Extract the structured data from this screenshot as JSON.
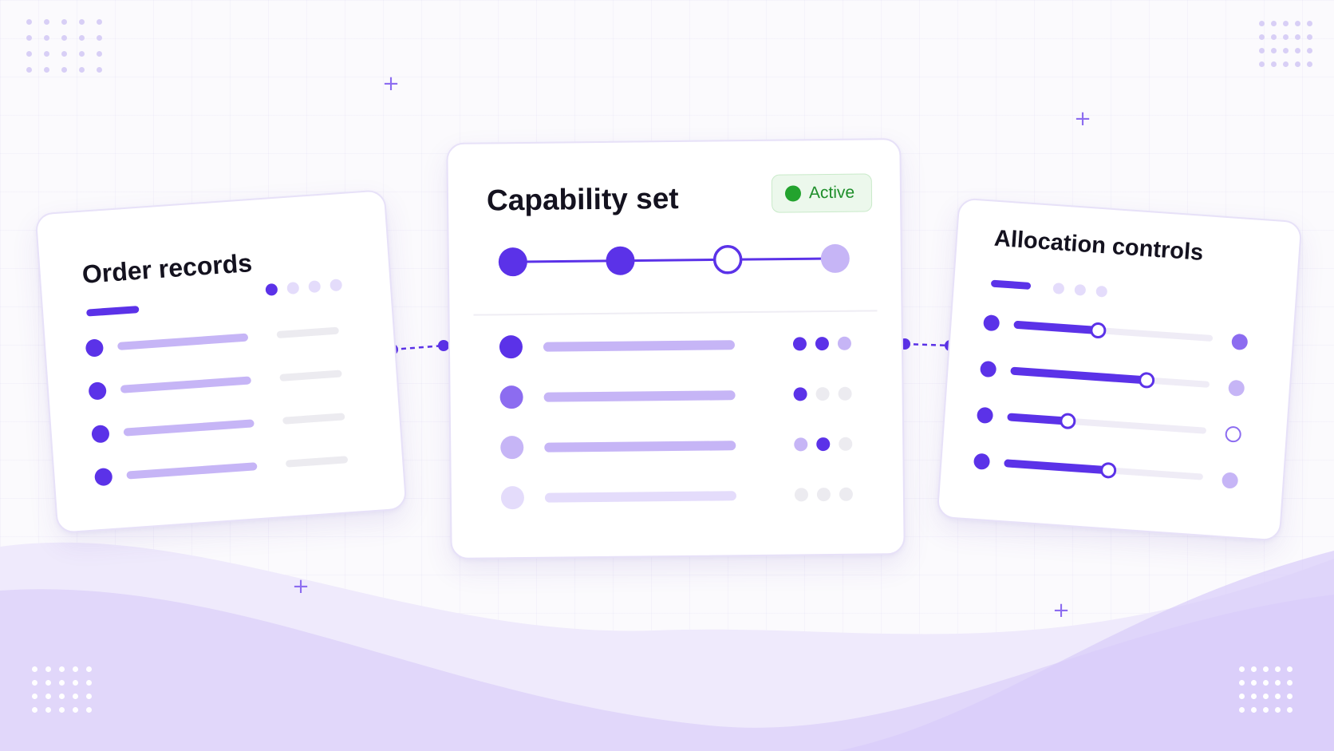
{
  "colors": {
    "accent": "#5b32e8",
    "accent_mid": "#8c6cf0",
    "accent_light": "#c6b5f6",
    "accent_pale": "#e4dcfb",
    "neutral": "#ecebf0",
    "success": "#23a32e",
    "success_text": "#1e8e2a",
    "wave_back": "#ede7fc",
    "wave_front": "#ddd2fa"
  },
  "icons": {
    "decor_plus": "plus-icon",
    "status": "status-dot-icon",
    "connector": "connector-icon"
  },
  "order_records": {
    "title": "Order records",
    "pagination_active": 1,
    "pagination_total": 4,
    "rows": 4
  },
  "capability_set": {
    "title": "Capability set",
    "status": "Active",
    "steps": [
      "complete",
      "complete",
      "current",
      "upcoming"
    ],
    "rows": [
      {
        "level": "strong",
        "indicators": [
          "on",
          "on",
          "faint"
        ]
      },
      {
        "level": "medium",
        "indicators": [
          "on",
          "off",
          "off"
        ]
      },
      {
        "level": "light",
        "indicators": [
          "faint",
          "on",
          "off"
        ]
      },
      {
        "level": "pale",
        "indicators": [
          "off",
          "off",
          "off"
        ]
      }
    ]
  },
  "allocation_controls": {
    "title": "Allocation controls",
    "tabs_total": 4,
    "sliders": [
      {
        "value": 0.42,
        "end": "strong"
      },
      {
        "value": 0.68,
        "end": "light"
      },
      {
        "value": 0.3,
        "end": "ring"
      },
      {
        "value": 0.52,
        "end": "light"
      }
    ]
  }
}
